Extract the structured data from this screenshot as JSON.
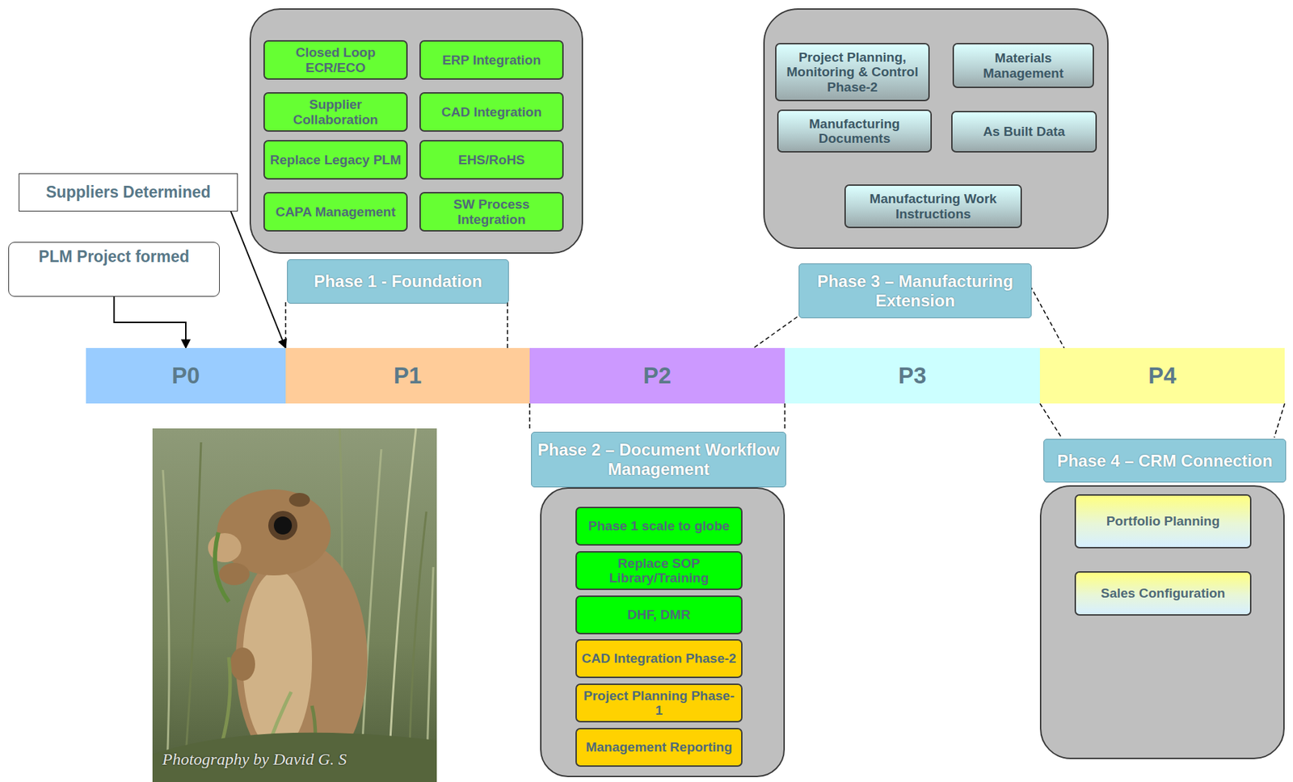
{
  "diagram": {
    "nodes": [
      {
        "text": [
          "Phase 1 - Foundation"
        ]
      },
      {
        "text": [
          "Closed Loop ECR/ECO"
        ],
        "in": 0
      },
      {
        "text": [
          "ERP Integration"
        ],
        "in": 0
      },
      {
        "text": [
          "Supplier Collaboration"
        ],
        "in": 0
      },
      {
        "text": [
          "CAD Integration"
        ],
        "in": 0
      },
      {
        "text": [
          "Replace Legacy PLM"
        ],
        "in": 0
      },
      {
        "text": [
          "EHS/RoHS"
        ],
        "in": 0
      },
      {
        "text": [
          "CAPA Management"
        ],
        "in": 0
      },
      {
        "text": [
          "SW Process Integration"
        ],
        "in": 0
      },
      {
        "text": [
          "Phase 3 – Manufacturing Extension"
        ]
      },
      {
        "text": [
          "Project Planning, Monitoring & Control Phase-2"
        ],
        "in": 9
      },
      {
        "text": [
          "Materials Management"
        ],
        "in": 9
      },
      {
        "text": [
          "Manufacturing Documents"
        ],
        "in": 9
      },
      {
        "text": [
          "As Built Data"
        ],
        "in": 9
      },
      {
        "text": [
          "Manufacturing Work Instructions"
        ],
        "in": 9
      },
      {
        "text": [
          "Suppliers Determined"
        ]
      },
      {
        "text": [
          "PLM Project formed"
        ]
      },
      {
        "text": [
          "P0"
        ]
      },
      {
        "text": [
          "P1"
        ]
      },
      {
        "text": [
          "P2"
        ]
      },
      {
        "text": [
          "P3"
        ]
      },
      {
        "text": [
          "P4"
        ]
      },
      {
        "text": [
          "Phase 2 – Document Workflow Management"
        ]
      },
      {
        "text": [
          "Phase 1 scale to globe"
        ],
        "in": 22
      },
      {
        "text": [
          "Replace SOP Library/Training"
        ],
        "in": 22
      },
      {
        "text": [
          "DHF, DMR"
        ],
        "in": 22
      },
      {
        "text": [
          "CAD Integration Phase-2"
        ],
        "in": 22
      },
      {
        "text": [
          "Project Planning Phase-1"
        ],
        "in": 22
      },
      {
        "text": [
          "Management Reporting"
        ],
        "in": 22
      },
      {
        "text": [
          "Phase 4 – CRM Connection"
        ]
      },
      {
        "text": [
          "Portfolio Planning"
        ],
        "in": 29
      },
      {
        "text": [
          "Sales Configuration"
        ],
        "in": 29
      }
    ],
    "edges": [
      {
        "from": 16,
        "to": 17,
        "arrow": "to"
      },
      {
        "from": 15,
        "to": 18,
        "arrow": "to"
      }
    ],
    "labels": [
      "Photography by David G. S"
    ]
  }
}
